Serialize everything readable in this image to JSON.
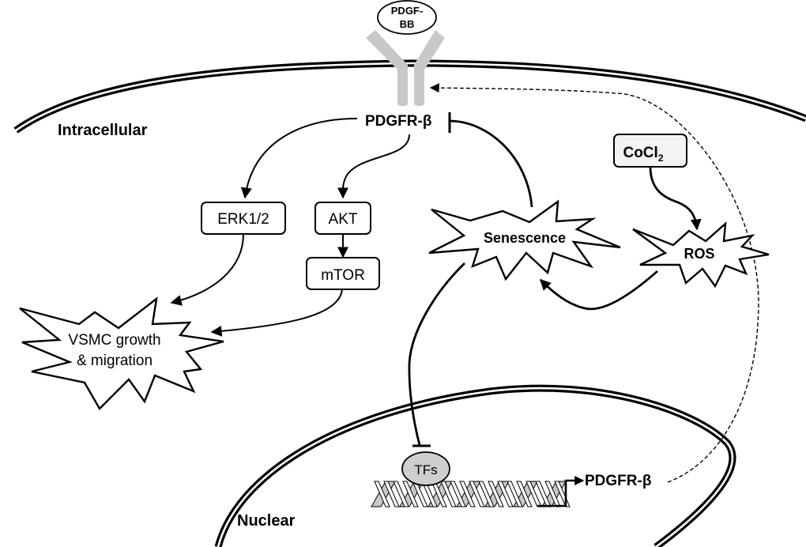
{
  "figure": {
    "type": "signaling pathway diagram",
    "compartments": {
      "intracellular_label": "Intracellular",
      "nuclear_label": "Nuclear"
    },
    "ligand": {
      "line1": "PDGF-",
      "line2": "BB"
    },
    "receptor_label": "PDGFR-β",
    "nodes": {
      "erk": "ERK1/2",
      "akt": "AKT",
      "mtor": "mTOR",
      "vsmc_line1": "VSMC growth",
      "vsmc_line2": "& migration",
      "senescence": "Senescence",
      "cocl2_main": "CoCl",
      "cocl2_sub": "2",
      "ros": "ROS",
      "tfs": "TFs",
      "gene_label": "PDGFR-β"
    },
    "edges": [
      {
        "from": "PDGFR-β",
        "to": "ERK1/2",
        "type": "activation"
      },
      {
        "from": "PDGFR-β",
        "to": "AKT",
        "type": "activation"
      },
      {
        "from": "AKT",
        "to": "mTOR",
        "type": "activation"
      },
      {
        "from": "ERK1/2",
        "to": "VSMC growth & migration",
        "type": "activation"
      },
      {
        "from": "mTOR",
        "to": "VSMC growth & migration",
        "type": "activation"
      },
      {
        "from": "Senescence",
        "to": "PDGFR-β",
        "type": "inhibition"
      },
      {
        "from": "CoCl2",
        "to": "ROS",
        "type": "activation"
      },
      {
        "from": "ROS",
        "to": "Senescence",
        "type": "activation"
      },
      {
        "from": "Senescence",
        "to": "TFs",
        "type": "inhibition"
      },
      {
        "from": "TFs",
        "to": "PDGFR-β gene",
        "type": "transcription"
      },
      {
        "from": "PDGFR-β gene",
        "to": "PDGFR-β receptor",
        "type": "translocation (dashed)"
      }
    ],
    "colors": {
      "line": "#000000",
      "receptor_fill": "#c8c8c8",
      "tf_fill": "#cfcfcf",
      "cocl2_fill": "#f3f3f3",
      "background": "#ffffff"
    }
  }
}
